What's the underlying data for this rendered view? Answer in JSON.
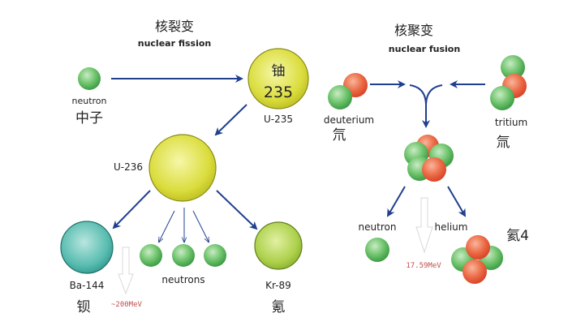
{
  "fission": {
    "title_cn": "核裂变",
    "title_en": "nuclear fission",
    "neutron_en": "neutron",
    "neutron_cn": "中子",
    "u235_cn": "铀",
    "u235_num": "235",
    "u235_label": "U-235",
    "u236_label": "U-236",
    "ba_label": "Ba-144",
    "ba_cn": "钡",
    "neutrons_label": "neutrons",
    "kr_label": "Kr-89",
    "kr_cn": "氪",
    "energy": "~200MeV"
  },
  "fusion": {
    "title_cn": "核聚变",
    "title_en": "nuclear fusion",
    "deuterium_en": "deuterium",
    "deuterium_cn": "氘",
    "tritium_en": "tritium",
    "tritium_cn": "氚",
    "neutron_en": "neutron",
    "helium_en": "helium",
    "helium_cn": "氦4",
    "energy": "17.59MeV"
  },
  "colors": {
    "arrow": "#1f3f8f",
    "neutron": "#5cb85c",
    "proton": "#e8553a",
    "uranium": "#d6d83a",
    "barium": "#4fb9ad",
    "krypton": "#a8cc45",
    "energy_text": "#c0504d"
  }
}
